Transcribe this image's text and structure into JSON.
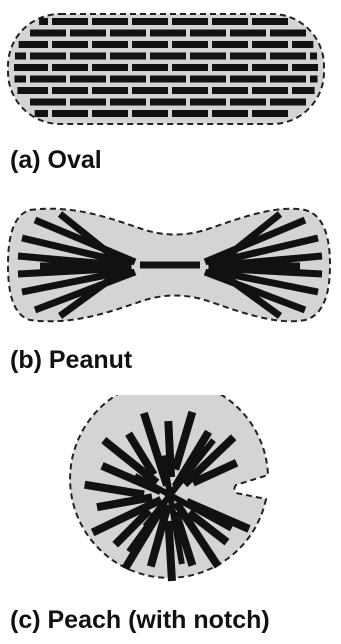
{
  "colors": {
    "fill": "#d4d4d4",
    "outline": "#222222",
    "fiber": "#111111",
    "text": "#111111"
  },
  "panels": [
    {
      "id": "oval",
      "caption": "(a) Oval"
    },
    {
      "id": "peanut",
      "caption": "(b) Peanut"
    },
    {
      "id": "peach",
      "caption": "(c) Peach (with notch)"
    }
  ]
}
